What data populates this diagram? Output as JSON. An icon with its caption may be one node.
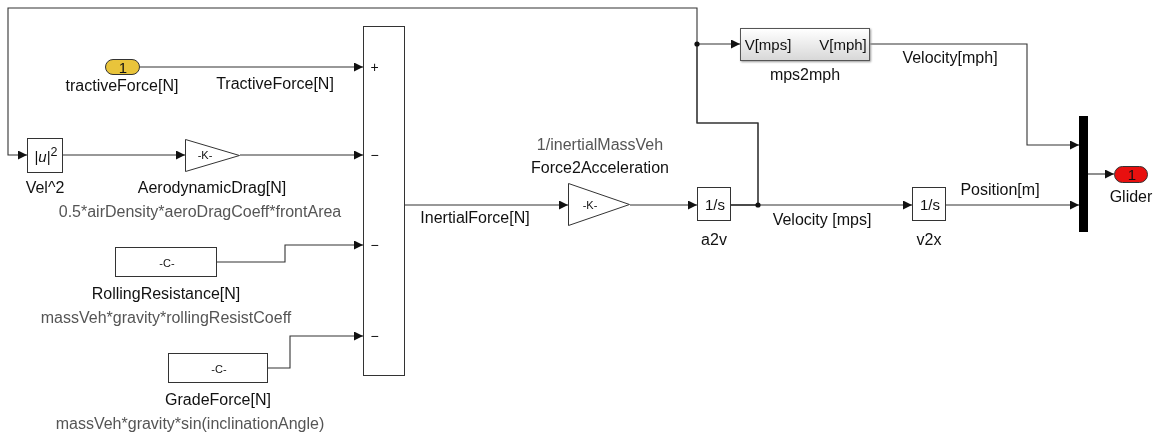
{
  "diagram": {
    "nodes": [
      {
        "text": [
          "1",
          "tractiveForce[N]"
        ]
      },
      {
        "text": [
          "|*u*|$^{2}$",
          "Vel^2"
        ]
      },
      {
        "text": [
          "-K-",
          "AerodynamicDrag[N]",
          "0.5*airDensity*aeroDragCoeff*frontArea"
        ]
      },
      {
        "text": [
          "-C-",
          "RollingResistance[N]",
          "massVeh*gravity*rollingResistCoeff"
        ]
      },
      {
        "text": [
          "-C-",
          "GradeForce[N]",
          "massVeh*gravity*sin(inclinationAngle)"
        ]
      },
      {
        "text": [
          "+",
          "−",
          "−",
          "−"
        ]
      },
      {
        "text": [
          "1/inertialMassVeh",
          "Force2Acceleration",
          "-K-"
        ]
      },
      {
        "text": [
          "1/s",
          "a2v"
        ]
      },
      {
        "text": [
          "1/s",
          "v2x"
        ]
      },
      {
        "text": [
          "V[mps]",
          "V[mph]",
          "mps2mph"
        ]
      },
      {
        "text": [],
        "shape": "bar"
      },
      {
        "text": [
          "1",
          "Glider"
        ]
      }
    ],
    "edges": [
      {
        "from": 0,
        "to": 5,
        "arrow": "to",
        "label": "TractiveForce[N]"
      },
      {
        "from": 1,
        "to": 2,
        "arrow": "to"
      },
      {
        "from": 2,
        "to": 5,
        "arrow": "to"
      },
      {
        "from": 3,
        "to": 5,
        "arrow": "to"
      },
      {
        "from": 4,
        "to": 5,
        "arrow": "to"
      },
      {
        "from": 5,
        "to": 6,
        "arrow": "to",
        "label": "InertialForce[N]"
      },
      {
        "from": 6,
        "to": 7,
        "arrow": "to"
      },
      {
        "from": 7,
        "to": 8,
        "arrow": "to",
        "label": "Velocity [mps]"
      },
      {
        "from": 7,
        "to": 1,
        "arrow": "to"
      },
      {
        "from": 7,
        "to": 9,
        "arrow": "to"
      },
      {
        "from": 9,
        "to": 10,
        "arrow": "to",
        "label": "Velocity[mph]"
      },
      {
        "from": 8,
        "to": 10,
        "arrow": "to",
        "label": "Position[m]"
      },
      {
        "from": 10,
        "to": 11,
        "arrow": "to"
      }
    ]
  }
}
